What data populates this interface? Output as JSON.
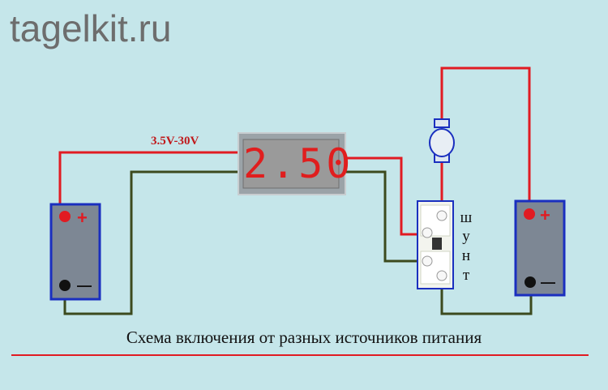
{
  "site": {
    "title": "tagelkit.ru"
  },
  "voltage_label": "3.5V-30V",
  "meter": {
    "display": "2.50"
  },
  "battery_left": {
    "plus": "+",
    "minus": "—"
  },
  "battery_right": {
    "plus": "+",
    "minus": "—"
  },
  "shunt": {
    "letters": [
      "ш",
      "у",
      "н",
      "т"
    ]
  },
  "caption": "Схема включения от разных источников питания",
  "colors": {
    "background": "#c5e6ea",
    "wire_positive": "#e11b22",
    "wire_negative": "#3c4a1e",
    "battery_body": "#7d8794",
    "battery_border": "#1a2fbf",
    "caption_line": "#e11b22"
  }
}
